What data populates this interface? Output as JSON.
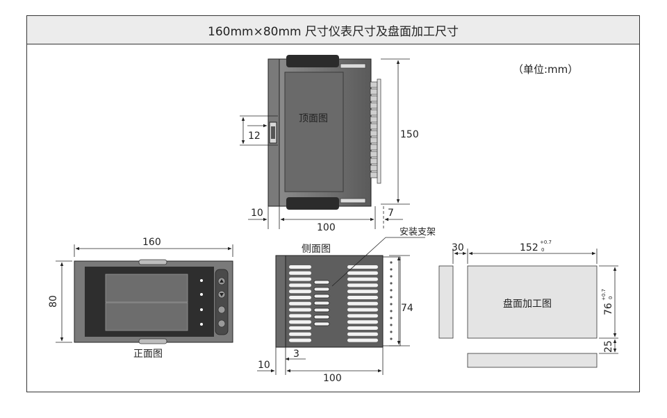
{
  "title": "160mm×80mm 尺寸仪表尺寸及盘面加工尺寸",
  "unit_note": "（单位:mm）",
  "views": {
    "top": "顶面图",
    "side": "侧面图",
    "front": "正面图",
    "cutout": "盘面加工图",
    "bracket": "安装支架"
  },
  "dims": {
    "top_width_left": "10",
    "top_body": "100",
    "top_terminal": "7",
    "top_height": "150",
    "top_bracket_gap": "12",
    "front_width": "160",
    "front_height": "80",
    "side_height": "74",
    "side_left": "10",
    "side_thick": "3",
    "side_body": "100",
    "cut_gap": "30",
    "cut_width": "152",
    "cut_width_tol_plus": "+0.7",
    "cut_width_tol_zero": "0",
    "cut_height": "76",
    "cut_height_tol_plus": "+0.7",
    "cut_height_tol_zero": "0",
    "cut_spacing": "25"
  },
  "colors": {
    "title_bg": "#ececec",
    "device_body": "#6e6e6e",
    "device_dark": "#2b2b2b",
    "panel_fill": "#e4e4e4",
    "line": "#222222"
  }
}
